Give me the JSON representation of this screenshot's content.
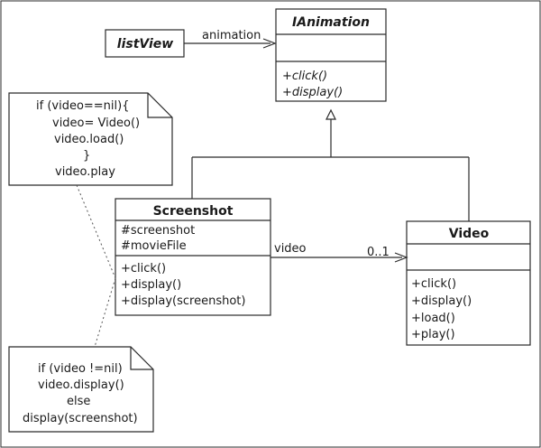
{
  "diagram": {
    "classes": {
      "ianimation": {
        "name": "IAnimation",
        "methods": [
          "+click()",
          "+display()"
        ]
      },
      "listview": {
        "name": "listView"
      },
      "screenshot": {
        "name": "Screenshot",
        "attributes": [
          "#screenshot",
          "#movieFile"
        ],
        "methods": [
          "+click()",
          "+display()",
          "+display(screenshot)"
        ]
      },
      "video": {
        "name": "Video",
        "methods": [
          "+click()",
          "+display()",
          "+load()",
          "+play()"
        ]
      }
    },
    "associations": {
      "listview_to_ianimation": "animation",
      "screenshot_to_video": {
        "role": "video",
        "multiplicity": "0..1"
      }
    },
    "notes": {
      "top": [
        "if (video==nil){",
        "video= Video()",
        "video.load()",
        "}",
        "video.play"
      ],
      "bottom": [
        "if (video !=nil)",
        "video.display()",
        "else",
        "display(screenshot)"
      ]
    }
  }
}
